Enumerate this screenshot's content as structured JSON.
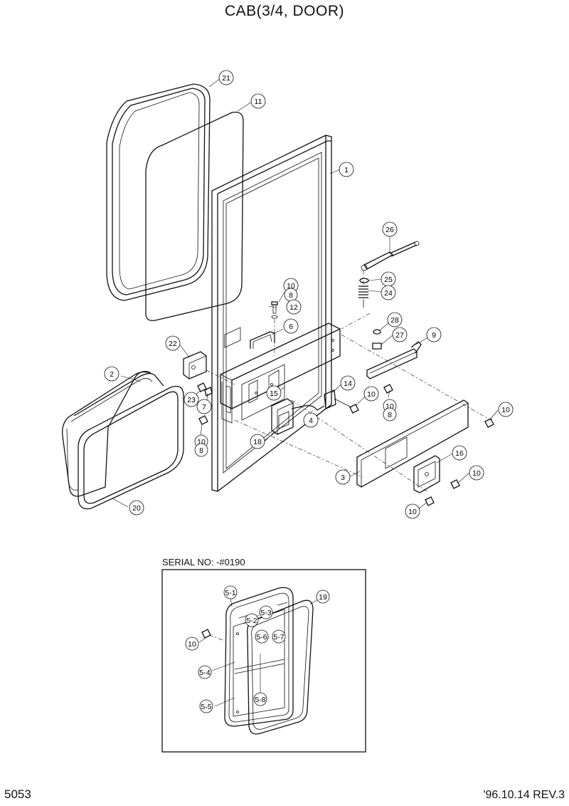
{
  "title": "CAB(3/4, DOOR)",
  "inset_caption": "SERIAL NO: -#0190",
  "page_number": "5053",
  "revision": "'96.10.14  REV.3",
  "labels": {
    "p21": "21",
    "p11": "11",
    "p1": "1",
    "p26": "26",
    "p25": "25",
    "p24": "24",
    "p10a": "10",
    "p8a": "8",
    "p12": "12",
    "p6": "6",
    "p28": "28",
    "p27": "27",
    "p9": "9",
    "p22": "22",
    "p2": "2",
    "p14": "14",
    "p15": "15",
    "p10b": "10",
    "p10c": "10",
    "p8c": "8",
    "p23": "23",
    "p7": "7",
    "p4": "4",
    "p10d": "10",
    "p8d": "8",
    "p10e": "10",
    "p18": "18",
    "p16": "16",
    "p3": "3",
    "p10f": "10",
    "p20": "20",
    "p10g": "10",
    "i51": "5-1",
    "i53": "5-3",
    "i52": "5-2",
    "i56": "5-6",
    "i57": "5-7",
    "i19": "19",
    "i10": "10",
    "i54": "5-4",
    "i55": "5-5",
    "i58": "5-8"
  }
}
